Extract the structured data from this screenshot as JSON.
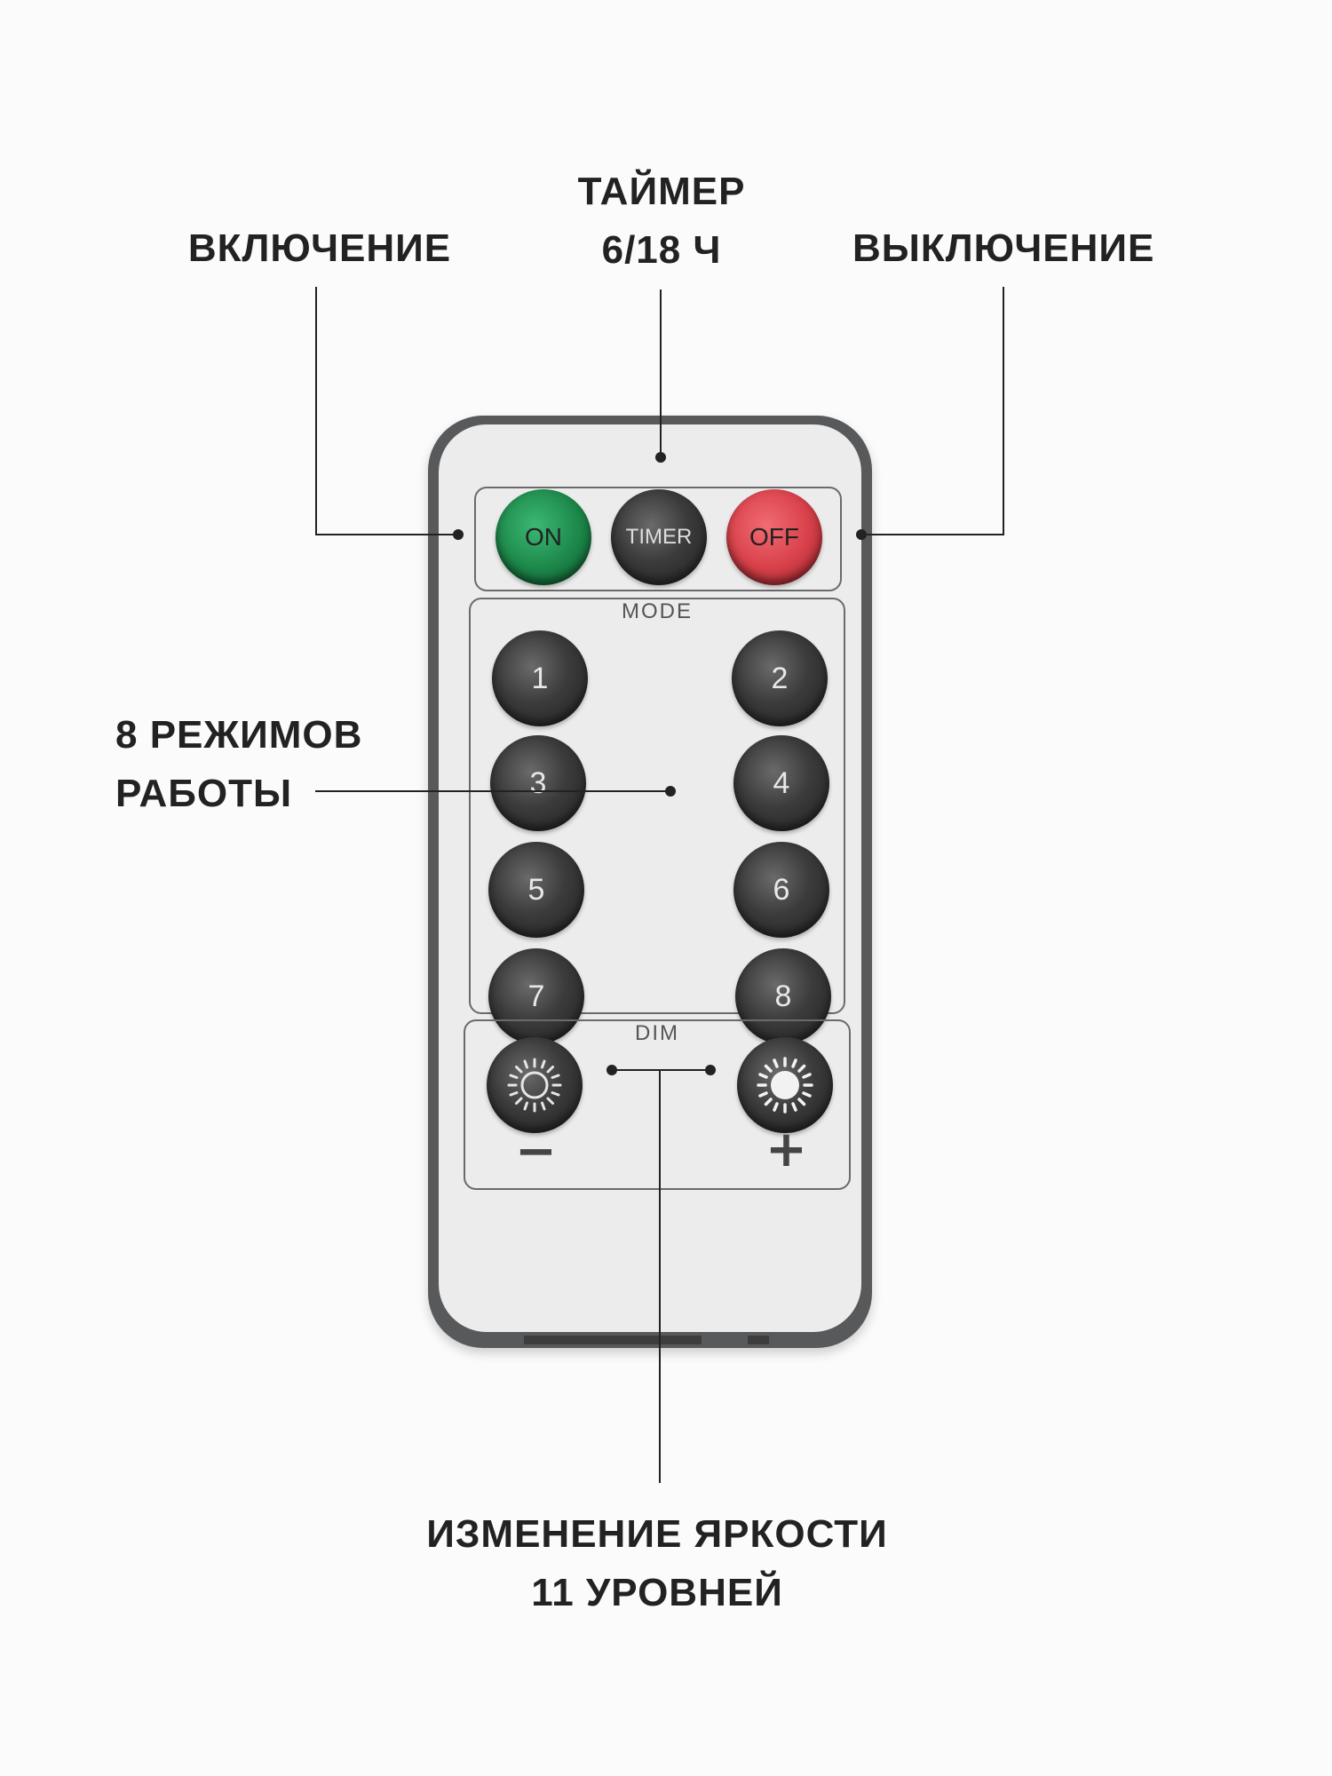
{
  "labels": {
    "on": "ВКЛЮЧЕНИЕ",
    "timer_line1": "ТАЙМЕР",
    "timer_line2": "6/18 Ч",
    "off": "ВЫКЛЮЧЕНИЕ",
    "modes_line1": "8 РЕЖИМОВ",
    "modes_line2": "РАБОТЫ",
    "brightness_line1": "ИЗМЕНЕНИЕ ЯРКОСТИ",
    "brightness_line2": "11 УРОВНЕЙ"
  },
  "remote": {
    "buttons": {
      "on": "ON",
      "timer": "TIMER",
      "off": "OFF"
    },
    "mode_title": "MODE",
    "mode_buttons": [
      "1",
      "2",
      "3",
      "4",
      "5",
      "6",
      "7",
      "8"
    ],
    "dim_title": "DIM",
    "dim_minus": "−",
    "dim_plus": "+",
    "icons": {
      "dim_down": "sun-outline-icon",
      "dim_up": "sun-filled-icon"
    }
  },
  "colors": {
    "on_button": "#1e8a4c",
    "off_button": "#d9424b",
    "key": "#3b3b3b",
    "body": "#58595b",
    "face": "#ececec"
  }
}
